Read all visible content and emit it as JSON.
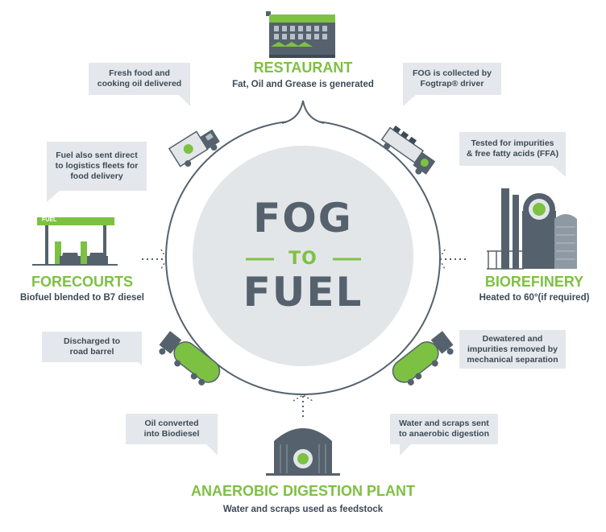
{
  "center": {
    "line1": "FOG",
    "line2": "TO",
    "line3": "FUEL"
  },
  "nodes": {
    "restaurant": {
      "title": "RESTAURANT",
      "subtitle": "Fat, Oil and Grease is generated"
    },
    "biorefinery": {
      "title": "BIOREFINERY",
      "subtitle": "Heated to 60°(if required)"
    },
    "anaerobic": {
      "title": "ANAEROBIC DIGESTION PLANT",
      "subtitle": "Water and scraps used as feedstock"
    },
    "forecourts": {
      "title": "FORECOURTS",
      "subtitle": "Biofuel blended to B7 diesel"
    }
  },
  "callouts": {
    "fresh_food": {
      "line1": "Fresh food and",
      "line2": "cooking oil delivered"
    },
    "fog_collected": {
      "line1": "FOG is collected by",
      "line2": "Fogtrap® driver"
    },
    "tested": {
      "line1": "Tested for impurities",
      "line2": "& free fatty acids (FFA)"
    },
    "dewatered": {
      "line1": "Dewatered and",
      "line2": "impurities removed by",
      "line3": "mechanical separation"
    },
    "water_scraps": {
      "line1": "Water and scraps sent",
      "line2": "to anaerobic digestion"
    },
    "oil_converted": {
      "line1": "Oil converted",
      "line2": "into Biodiesel"
    },
    "discharged": {
      "line1": "Discharged to",
      "line2": "road barrel"
    },
    "fuel_direct": {
      "line1": "Fuel also sent direct",
      "line2": "to logistics fleets for",
      "line3": "food delivery"
    }
  },
  "station_sign": "FUEL",
  "colors": {
    "green": "#7dc143",
    "slate": "#55626d",
    "circle_fill": "#e3e6e9",
    "callout_bg": "#e4e8ec",
    "text_dark": "#3c4a55"
  },
  "icons": [
    "restaurant-building-icon",
    "truck-icon",
    "refinery-icon",
    "tanker-icon",
    "digester-icon",
    "fuel-station-icon"
  ]
}
